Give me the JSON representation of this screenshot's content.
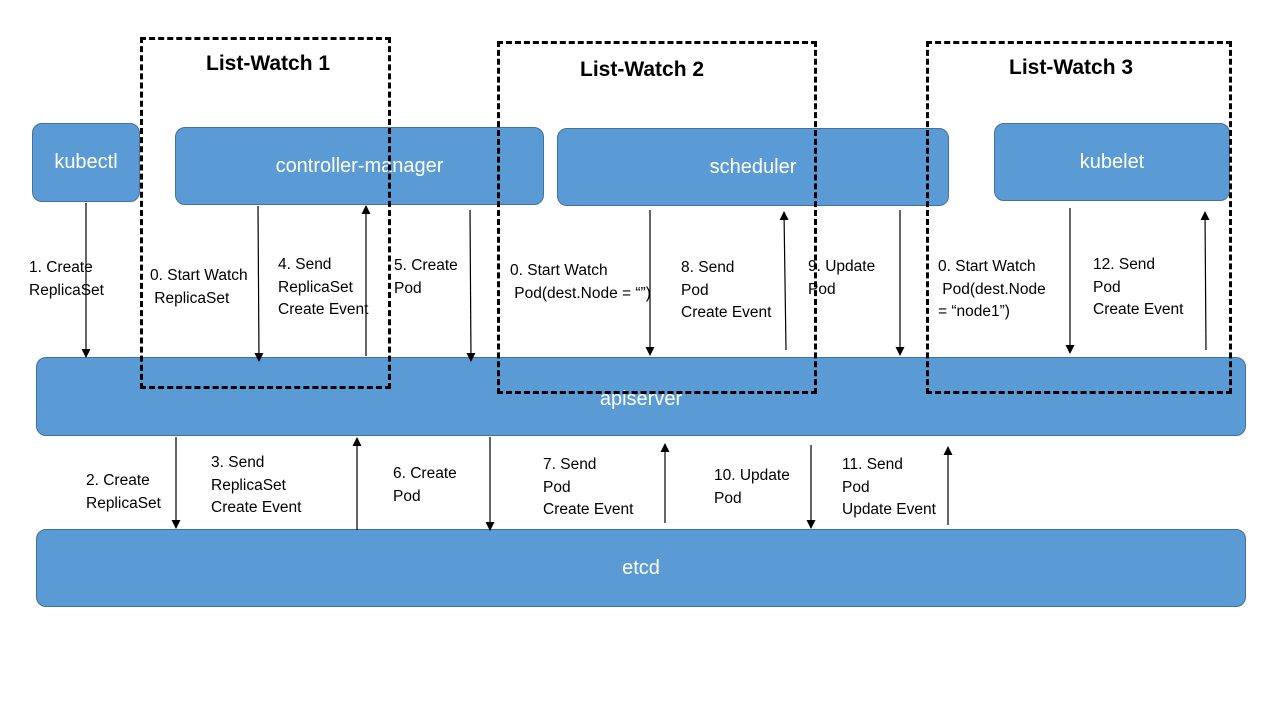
{
  "components": {
    "kubectl": "kubectl",
    "controller_manager": "controller-manager",
    "scheduler": "scheduler",
    "kubelet": "kubelet",
    "apiserver": "apiserver",
    "etcd": "etcd"
  },
  "list_watch": {
    "lw1": "List-Watch 1",
    "lw2": "List-Watch 2",
    "lw3": "List-Watch 3"
  },
  "steps": {
    "s1": "1. Create\nReplicaSet",
    "s0_rs": "0. Start Watch\n ReplicaSet",
    "s4": "4. Send\nReplicaSet\nCreate Event",
    "s5": "5. Create\nPod",
    "s0_sched": "0. Start Watch\n Pod(dest.Node = “”)",
    "s8": "8. Send\nPod\nCreate Event",
    "s9": "9. Update\nPod",
    "s0_kubelet": "0. Start Watch\n Pod(dest.Node\n= “node1”)",
    "s12": "12. Send\nPod\nCreate Event",
    "s2": "2. Create\nReplicaSet",
    "s3": "3. Send\nReplicaSet\nCreate Event",
    "s6": "6. Create\nPod",
    "s7": "7. Send\nPod\nCreate Event",
    "s10": "10. Update\nPod",
    "s11": "11. Send\nPod\nUpdate Event"
  }
}
